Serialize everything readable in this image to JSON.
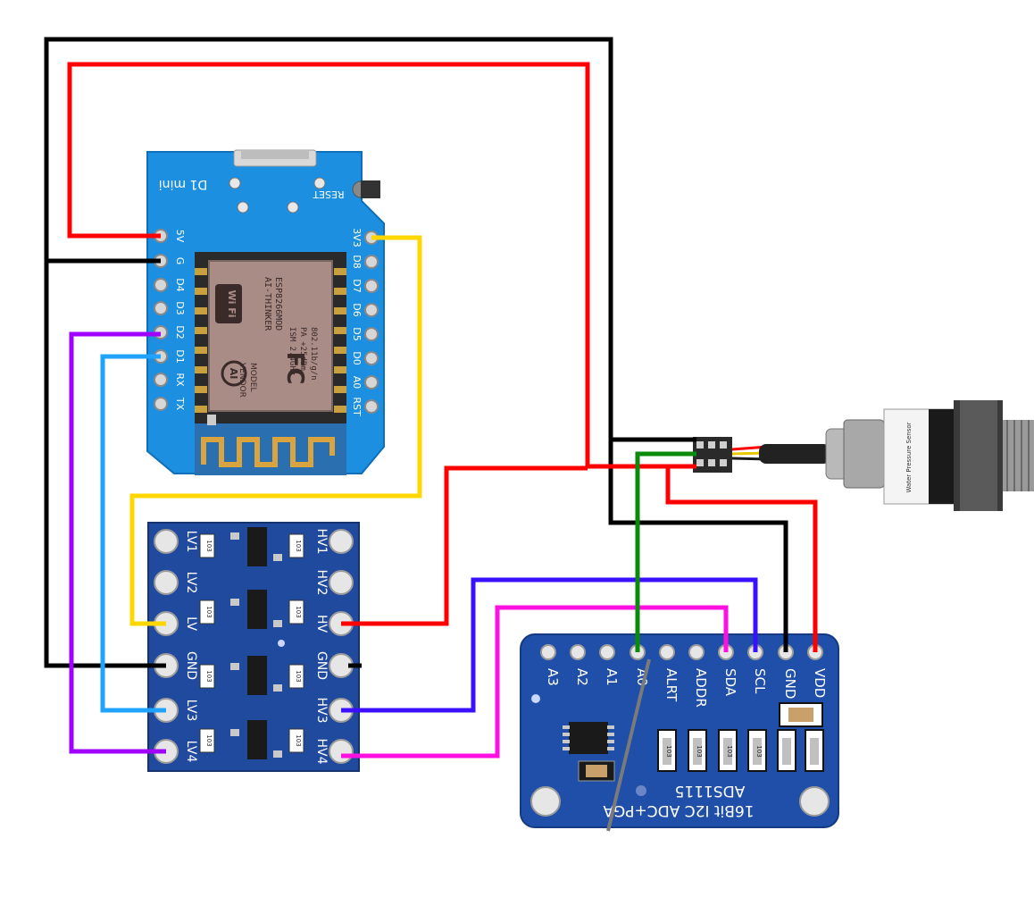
{
  "colors": {
    "wire_black": "#000000",
    "wire_red": "#ff0000",
    "wire_yellow": "#ffd700",
    "wire_purple": "#a000ff",
    "wire_lightblue": "#1fa3ff",
    "wire_indigo": "#3a10ff",
    "wire_magenta": "#ff10e0",
    "wire_green": "#0a8a0a",
    "board_d1": "#1c8fe0",
    "board_shifter": "#1f4a9e",
    "board_ads": "#1f4fa8"
  },
  "d1_mini": {
    "name": "D1 mini",
    "reset": "RESET",
    "left_pins": [
      "5V",
      "G",
      "D4",
      "D3",
      "D2",
      "D1",
      "RX",
      "TX"
    ],
    "right_pins": [
      "3V3",
      "D8",
      "D7",
      "D6",
      "D5",
      "D0",
      "A0",
      "RST"
    ],
    "module_lines": [
      "ESP8266MOD",
      "AI-THINKER",
      "ISM 2.4GHz",
      "PA +25dBm",
      "802.11b/g/n"
    ],
    "module_side": [
      "MODEL",
      "VENDOR"
    ],
    "wifi_logo": "Wi Fi",
    "ai_logo": "AI",
    "fcc_logo": "FC"
  },
  "level_shifter": {
    "left_pins": [
      "LV1",
      "LV2",
      "LV",
      "GND",
      "LV3",
      "LV4"
    ],
    "right_pins": [
      "HV1",
      "HV2",
      "HV",
      "GND",
      "HV3",
      "HV4"
    ],
    "resistor_label": "103"
  },
  "ads1115": {
    "pins": [
      "A3",
      "A2",
      "A1",
      "A0",
      "ALRT",
      "ADDR",
      "SDA",
      "SCL",
      "GND",
      "VDD"
    ],
    "title": "ADS1115",
    "subtitle": "16Bit I2C ADC+PGA",
    "resistor_label": "103"
  },
  "sensor": {
    "label": "Water Pressure Sensor"
  }
}
